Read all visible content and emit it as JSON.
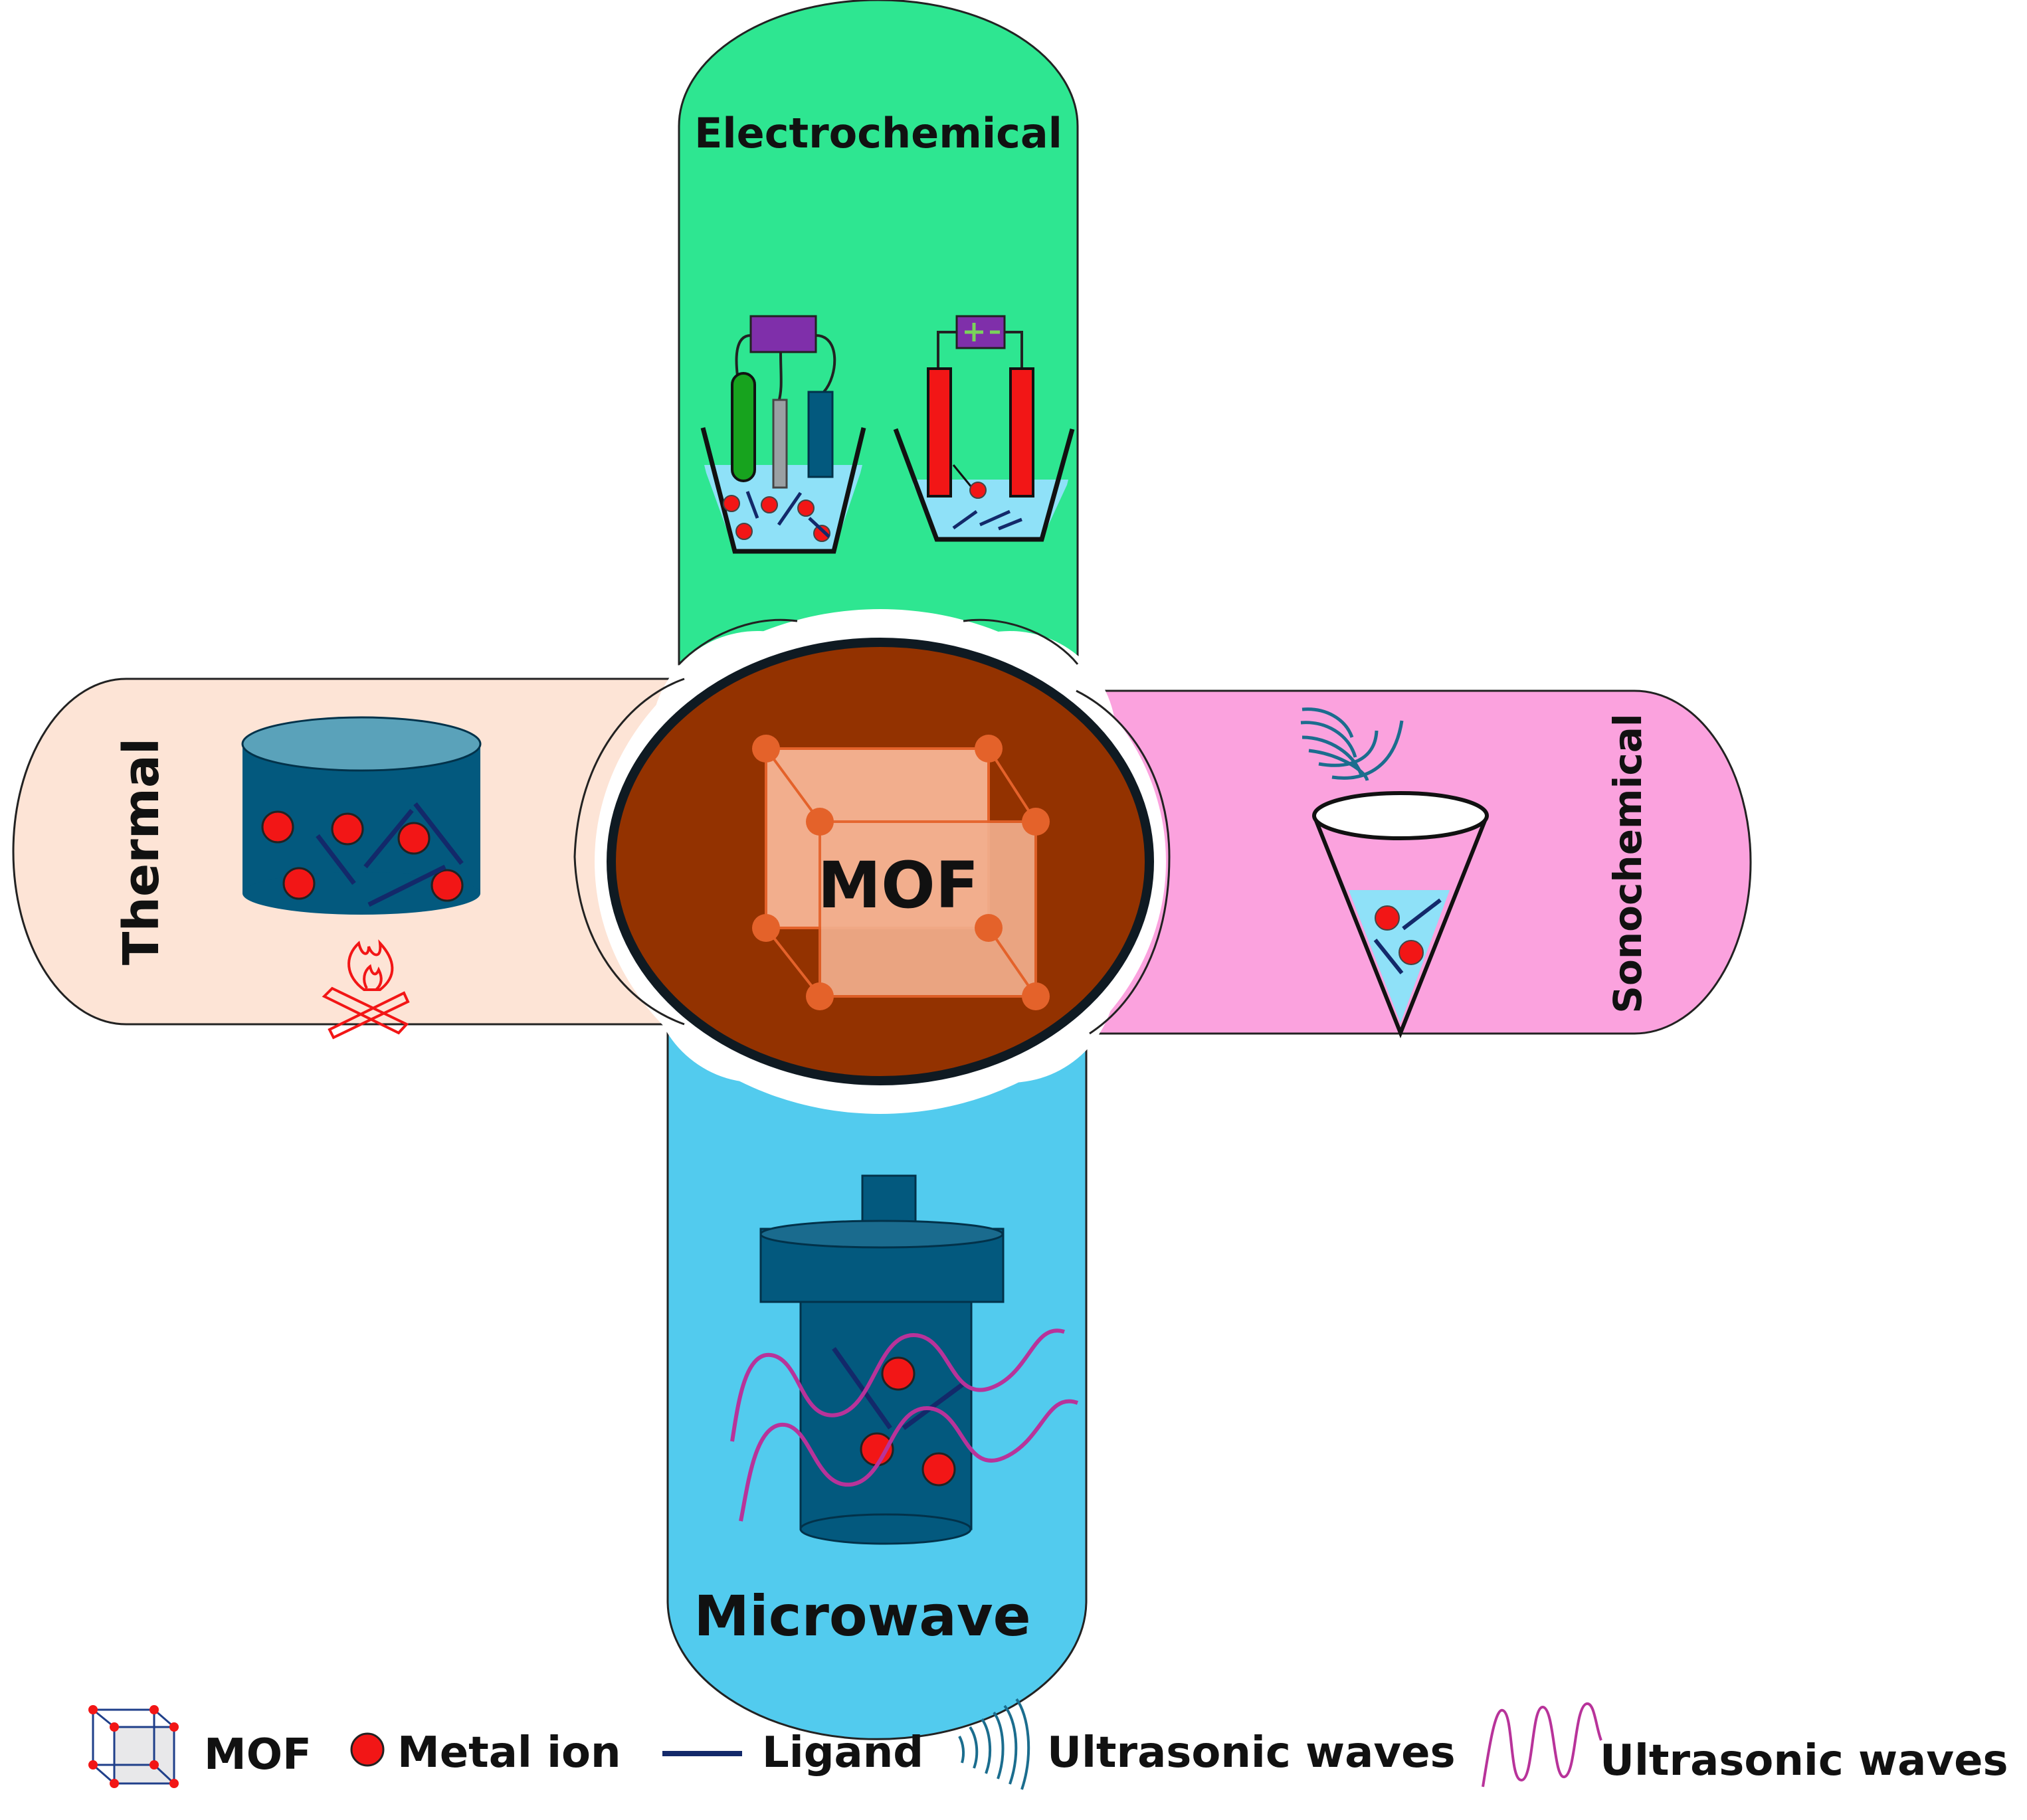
{
  "center": {
    "label": "MOF"
  },
  "methods": {
    "electrochemical": {
      "label": "Electrochemical"
    },
    "thermal": {
      "label": "Thermal"
    },
    "sonochemical": {
      "label": "Sonochemical"
    },
    "microwave": {
      "label": "Microwave"
    }
  },
  "legend": {
    "mof": "MOF",
    "metal_ion": "Metal ion",
    "ligand": "Ligand",
    "ultrasonic_1": "Ultrasonic waves",
    "ultrasonic_2": "Ultrasonic waves"
  },
  "colors": {
    "electrochemical_bg": "#2ee691",
    "thermal_bg": "#fde4d6",
    "sonochemical_bg": "#fba2de",
    "microwave_bg": "#52cbee",
    "mof_core": "#933200",
    "mof_node": "#e4622a",
    "metal_ion": "#f21616",
    "ligand": "#13296a",
    "vessel": "#03597e",
    "liquid": "#8fe1f8",
    "microwave_wave": "#b8339a",
    "ultrasonic_wave": "#1b6d8e"
  }
}
